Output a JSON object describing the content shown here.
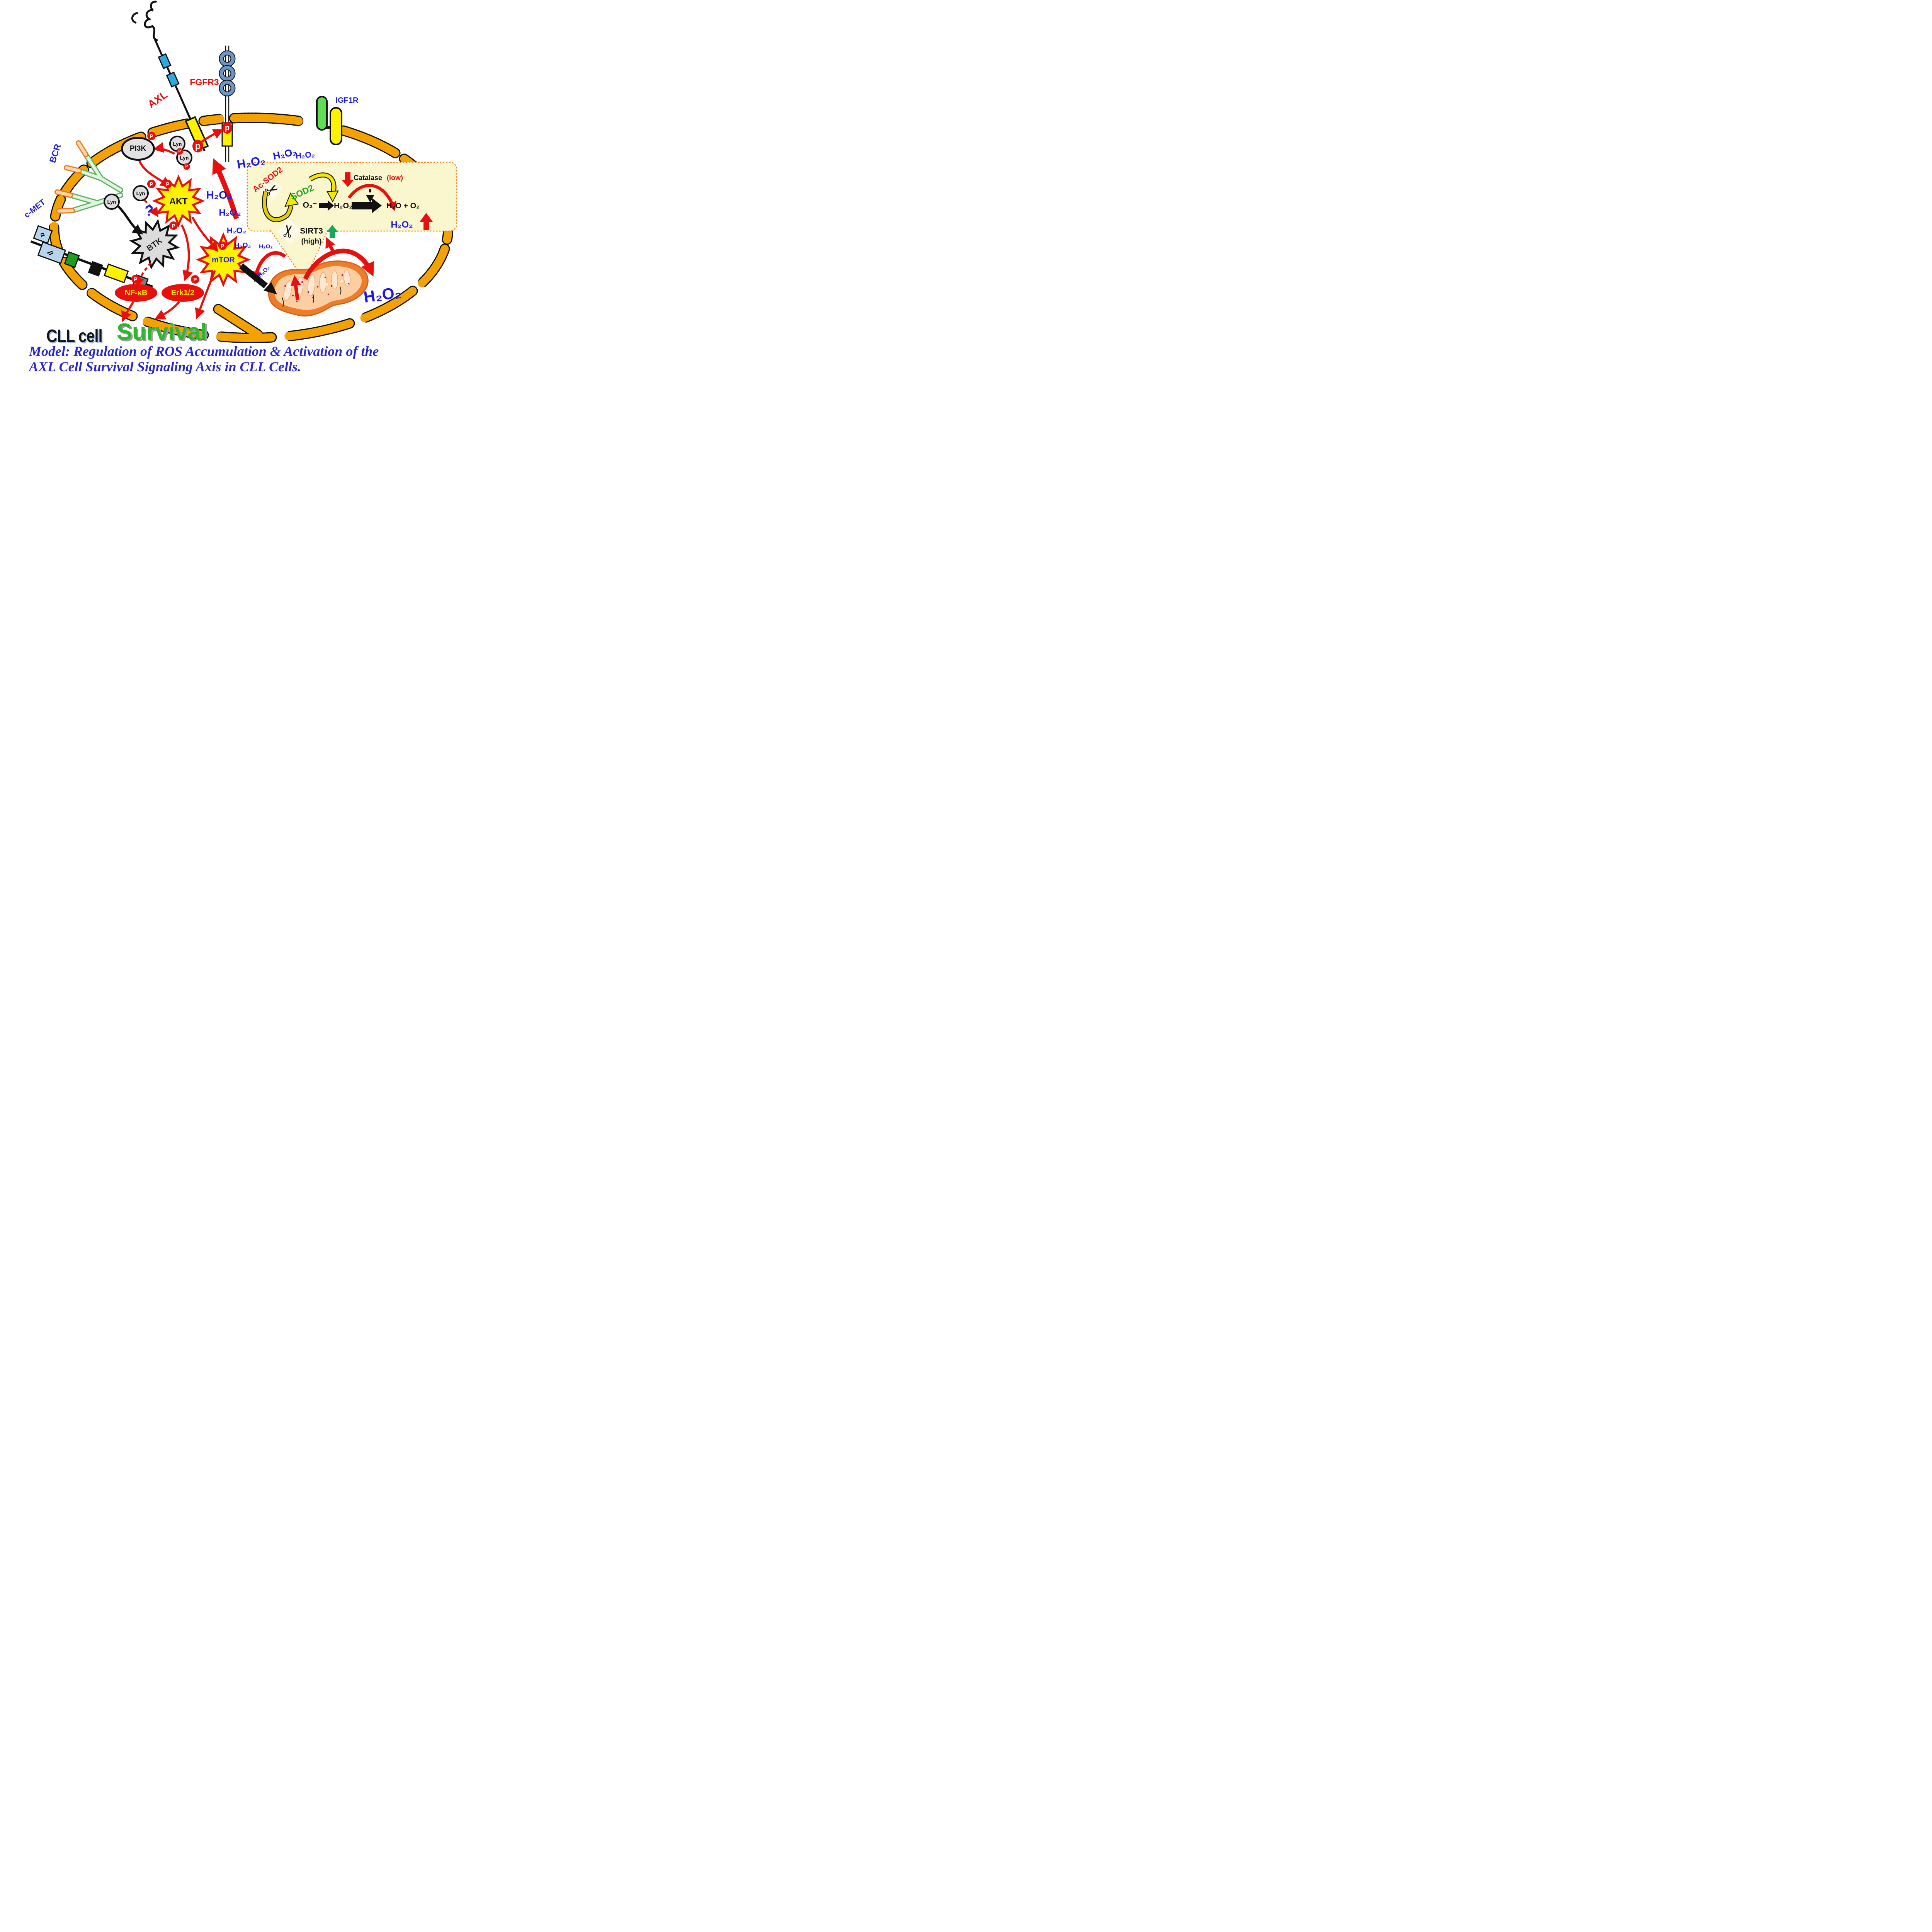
{
  "colors": {
    "membrane_orange": "#f3a202",
    "arrow_red": "#e8100c",
    "ros_blue": "#1818e8",
    "receptor_label_blue": "#1f1fe0",
    "box_fill": "#faf7cf",
    "box_border": "#f08020",
    "sod2_green": "#1ea41e",
    "sirt3_arrow_green": "#18a85a",
    "kinase_yellow": "#fff200",
    "survival_green": "#2fb62f",
    "caption_blue": "#2828cc"
  },
  "labels": {
    "axl": "AXL",
    "fgfr3": "FGFR3",
    "igf1r": "IGF1R",
    "bcr": "BCR",
    "cmet": "c-MET",
    "alpha": "α",
    "beta": "β",
    "pi3k": "PI3K",
    "lyn": "Lyn",
    "akt": "AKT",
    "btk": "BTK",
    "mtor": "mTOR",
    "nfkb": "NF-κB",
    "erk": "Erk1/2",
    "p_upper": "P",
    "p_lower": "p",
    "question": "?"
  },
  "ros": {
    "h2o2": "H₂O₂"
  },
  "redox_box": {
    "ac_sod2": "Ac-SOD2",
    "sod2": "SOD2",
    "catalase": "Catalase",
    "catalase_level": "(low)",
    "superoxide": "O₂⁻",
    "h2o2": "H₂O₂",
    "water_oxygen": "H₂O + O₂",
    "sirt3": "SIRT3",
    "sirt3_level": "(high)"
  },
  "icons": {
    "scissors": "✂"
  },
  "cell": {
    "name": "CLL cell",
    "outcome": "Survival"
  },
  "caption": {
    "line1": "Model: Regulation of ROS Accumulation & Activation of the",
    "line2": "AXL Cell Survival Signaling Axis in CLL Cells."
  }
}
